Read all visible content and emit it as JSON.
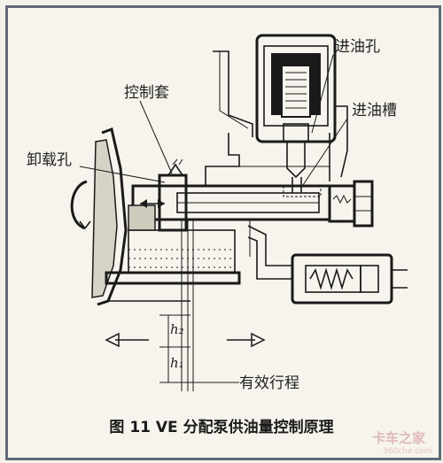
{
  "labels": {
    "inlet_hole": "进油孔",
    "control_sleeve": "控制套",
    "inlet_groove": "进油槽",
    "unload_hole": "卸载孔",
    "effective_stroke": "有效行程",
    "h2": "h₂",
    "h1": "h₁"
  },
  "caption": "图 11  VE 分配泵供油量控制原理",
  "watermark": {
    "main": "卡车之家",
    "sub": "360che.com"
  }
}
